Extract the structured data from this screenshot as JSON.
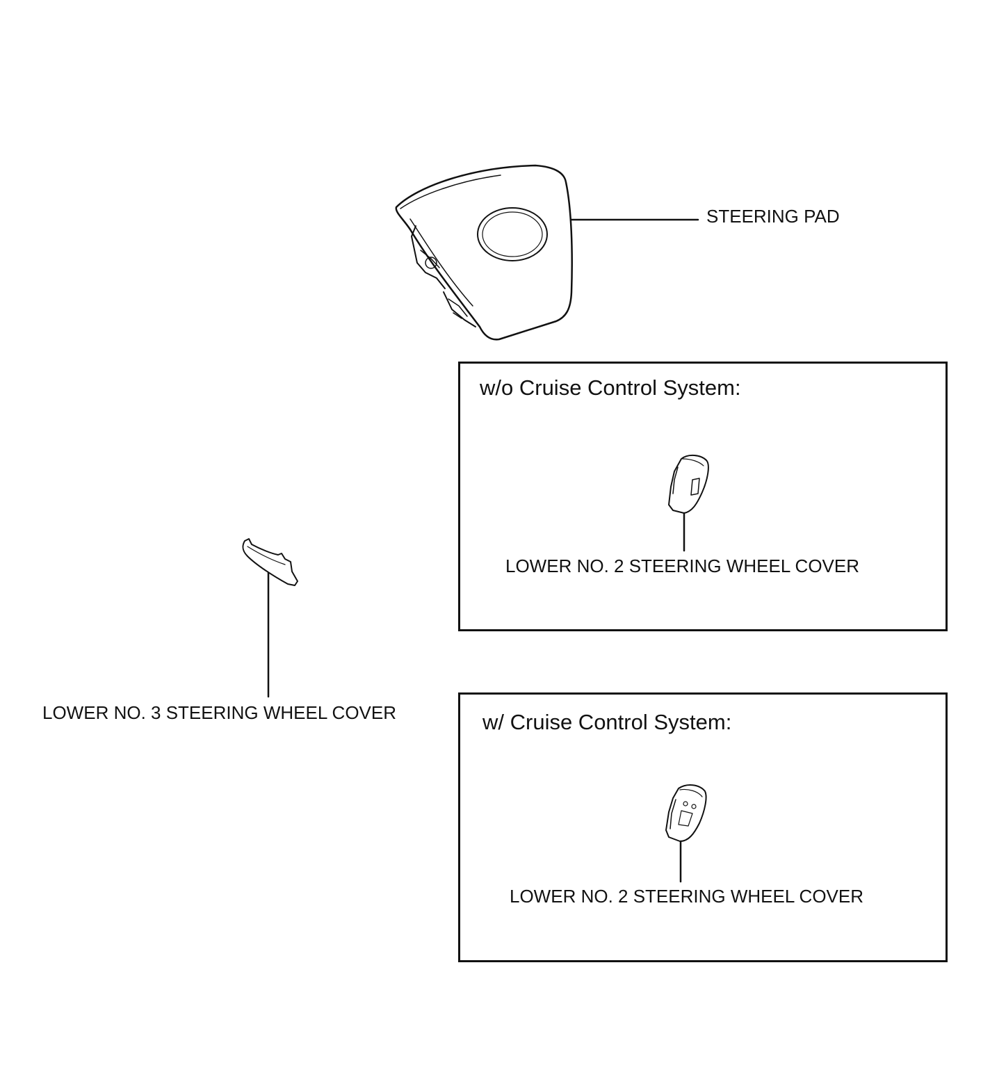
{
  "labels": {
    "steering_pad": "STEERING PAD",
    "lower_no3_cover": "LOWER NO. 3 STEERING WHEEL COVER"
  },
  "panels": [
    {
      "title": "w/o Cruise Control System:",
      "part_label": "LOWER NO. 2 STEERING WHEEL COVER"
    },
    {
      "title": "w/ Cruise Control System:",
      "part_label": "LOWER NO. 2 STEERING WHEEL COVER"
    }
  ]
}
